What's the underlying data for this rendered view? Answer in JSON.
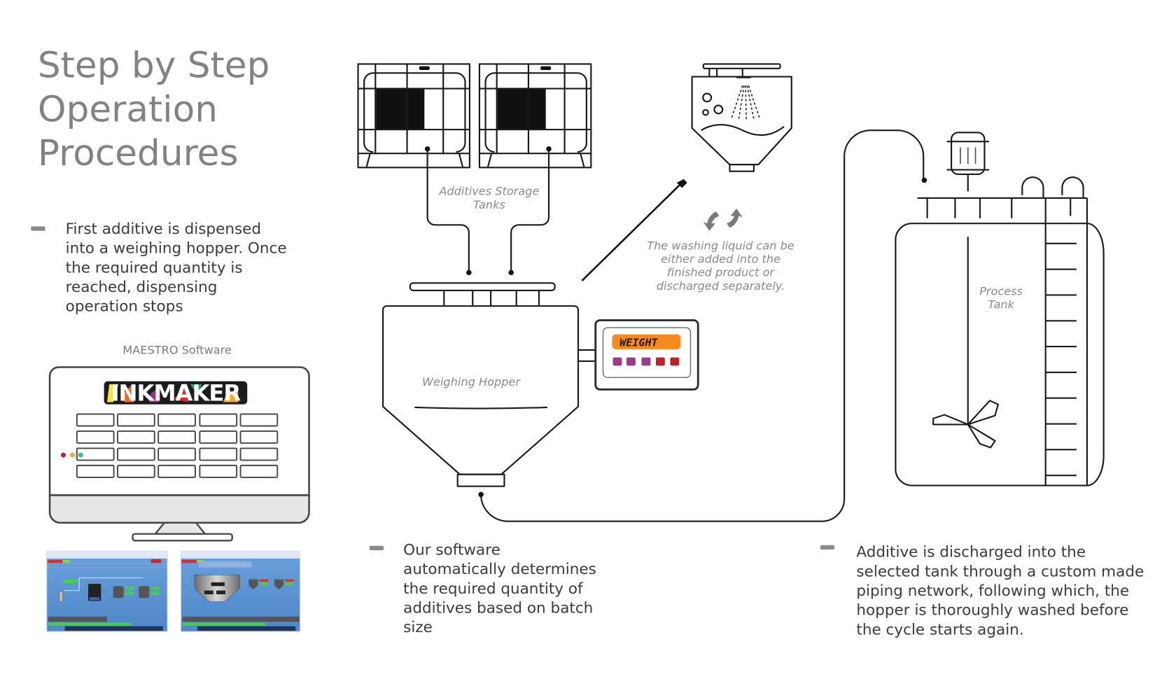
{
  "title": {
    "line1": "Step by Step",
    "line2": "Operation",
    "line3": "Procedures"
  },
  "steps": [
    {
      "lines": [
        "First additive is dispensed",
        "into a weighing hopper. Once",
        "the required quantity is",
        "reached, dispensing",
        "operation stops"
      ]
    },
    {
      "lines": [
        "Our software",
        "automatically determines",
        "the required quantity of",
        "additives based on batch",
        "size"
      ]
    },
    {
      "lines": [
        "Additive is discharged into the",
        "selected tank through a custom made",
        "piping network, following which, the",
        "hopper is thoroughly washed before",
        "the cycle starts again."
      ]
    }
  ],
  "software": {
    "caption": "MAESTRO Software",
    "logo": "INKMAKER",
    "status_dots": [
      "#c0202a",
      "#f2a93b",
      "#3fb8a8"
    ],
    "screenshots": [
      "line-overview-screen",
      "hopper-screen"
    ]
  },
  "labels": {
    "storage_tanks": [
      "Additives Storage",
      "Tanks"
    ],
    "weighing_hopper": "Weighing Hopper",
    "weight_display": "WEIGHT",
    "washing_note": [
      "The washing liquid can be",
      "either added into the",
      "finished product or",
      "discharged separately."
    ],
    "process_tank": [
      "Process",
      "Tank"
    ]
  },
  "colors": {
    "title_gray": "#808285",
    "text_dark": "#3d3a3b",
    "weight_orange": "#f58a1f",
    "button_purple": "#9b3a8a",
    "button_red": "#c0202a",
    "screen_blue": "#5b8fcf"
  },
  "icons": {
    "refresh": "recycle-arrows-icon",
    "arrow": "diagonal-arrow-icon"
  }
}
